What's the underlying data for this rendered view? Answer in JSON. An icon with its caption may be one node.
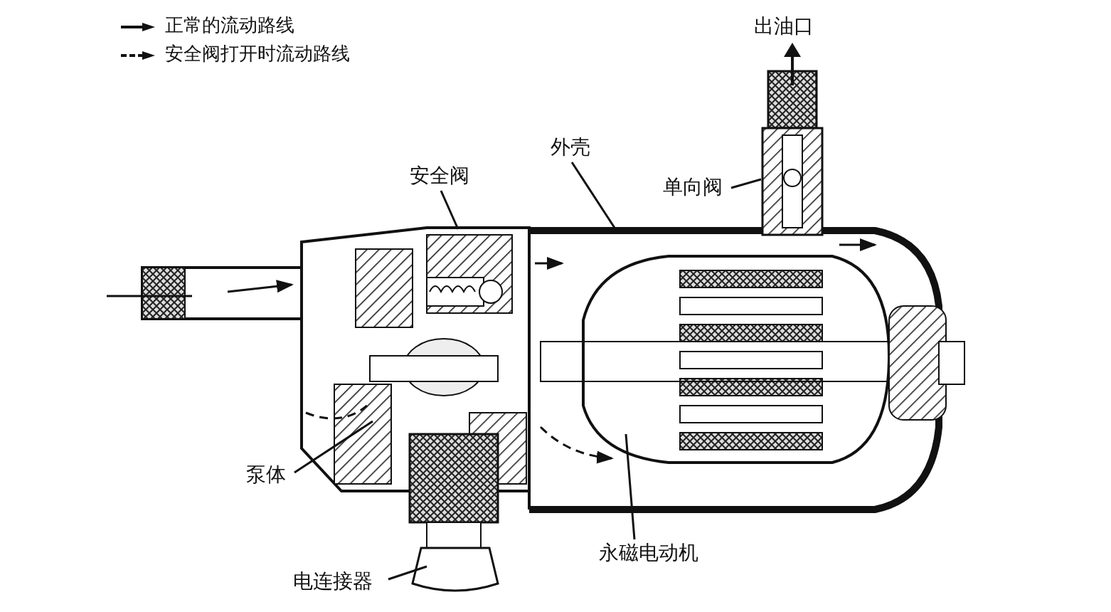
{
  "diagram": {
    "nodes": [
      {
        "text": [
          "安全阀"
        ]
      },
      {
        "text": [
          "外壳"
        ]
      },
      {
        "text": [
          "单向阀"
        ]
      },
      {
        "text": [
          "泵体"
        ]
      },
      {
        "text": [
          "永磁电动机"
        ]
      },
      {
        "text": [
          "电连接器"
        ]
      }
    ],
    "edges": [
      {
        "from": 0,
        "to": null,
        "arrow": "none"
      },
      {
        "from": 1,
        "to": null,
        "arrow": "none"
      },
      {
        "from": 2,
        "to": null,
        "arrow": "none"
      },
      {
        "from": 3,
        "to": null,
        "arrow": "none"
      },
      {
        "from": 4,
        "to": null,
        "arrow": "none"
      },
      {
        "from": 5,
        "to": null,
        "arrow": "none"
      }
    ],
    "labels": [
      "出油口"
    ],
    "legend": [
      {
        "text": "正常的流动路线"
      },
      {
        "text": "安全阀打开时流动路线"
      }
    ]
  }
}
